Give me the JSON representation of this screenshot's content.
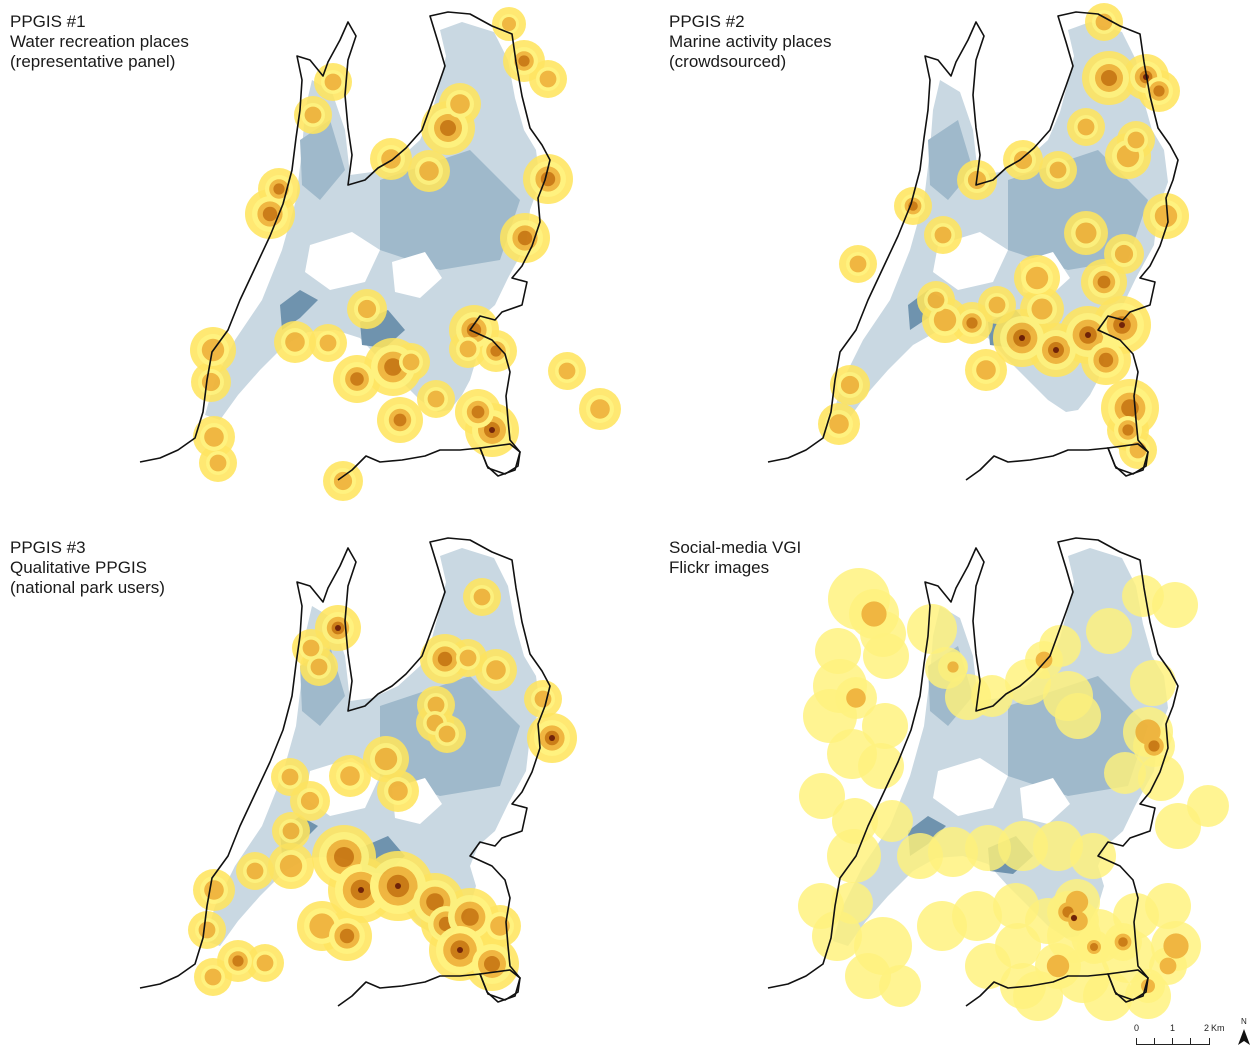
{
  "panels": [
    {
      "id": "p1",
      "lines": [
        "PPGIS #1",
        "Water recreation places",
        "(representative panel)"
      ]
    },
    {
      "id": "p2",
      "lines": [
        "PPGIS #2",
        "Marine activity places",
        "(crowdsourced)"
      ]
    },
    {
      "id": "p3",
      "lines": [
        "PPGIS #3",
        "Qualitative PPGIS",
        "(national park users)"
      ]
    },
    {
      "id": "p4",
      "lines": [
        "Social-media VGI",
        "Flickr images",
        ""
      ]
    }
  ],
  "scale": {
    "t0": "0",
    "t1": "1",
    "t2": "2",
    "unit": "Km"
  },
  "north_label": "N",
  "colors": {
    "water_light": "#c9d8e2",
    "water_mid": "#9fb9cb",
    "water_dark": "#6f93ae",
    "heat_low": "#fff27a",
    "heat_mid": "#f0b43a",
    "heat_high": "#c9780f",
    "heat_peak": "#6b1b00",
    "boundary": "#111111"
  }
}
